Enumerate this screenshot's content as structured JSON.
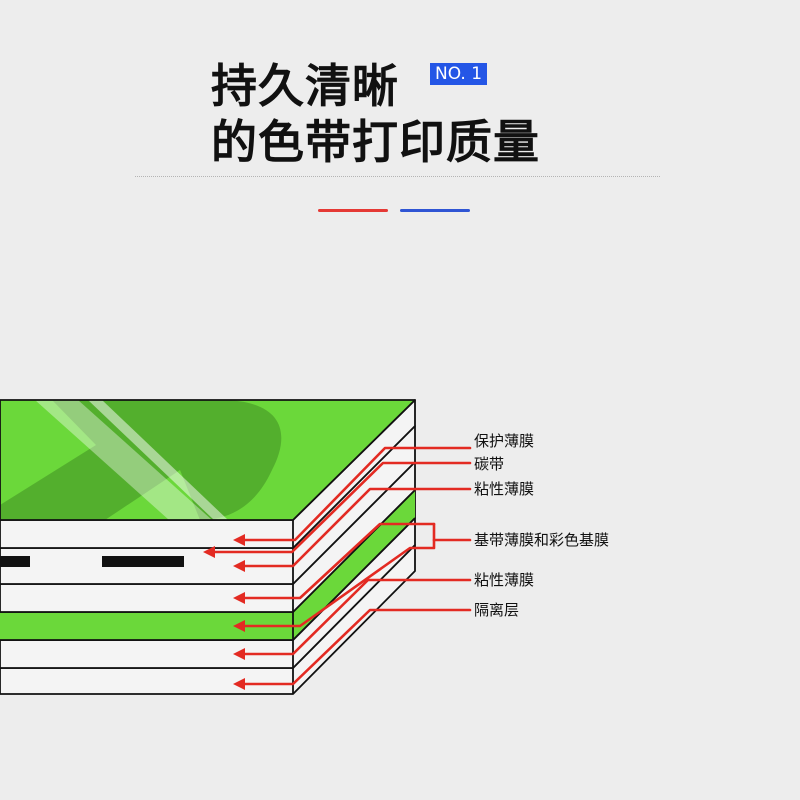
{
  "header": {
    "title_line1": "持久清晰",
    "title_line2": "的色带打印质量",
    "badge": "NO. 1"
  },
  "accents": {
    "red": "#e53935",
    "blue": "#2f55d4",
    "layer_green": "#6bd83a",
    "arrow_red": "#e32a22"
  },
  "labels": {
    "protective_film": "保护薄膜",
    "carbon_ribbon": "碳带",
    "adhesive_film_top": "粘性薄膜",
    "base_film_color_base": "基带薄膜和彩色基膜",
    "adhesive_film_bottom": "粘性薄膜",
    "release_layer": "隔离层"
  }
}
